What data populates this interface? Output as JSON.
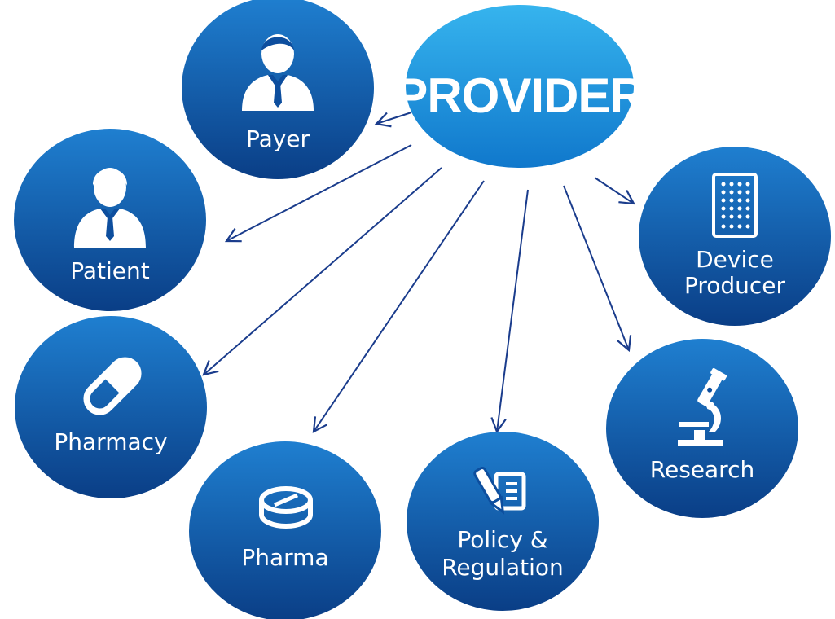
{
  "hub": {
    "label": "PROVIDER"
  },
  "nodes": [
    {
      "id": "payer",
      "label_lines": [
        "Payer"
      ],
      "icon": "person-icon"
    },
    {
      "id": "patient",
      "label_lines": [
        "Patient"
      ],
      "icon": "person-icon"
    },
    {
      "id": "pharmacy",
      "label_lines": [
        "Pharmacy"
      ],
      "icon": "capsule-icon"
    },
    {
      "id": "pharma",
      "label_lines": [
        "Pharma"
      ],
      "icon": "tablet-icon"
    },
    {
      "id": "policy",
      "label_lines": [
        "Policy &",
        "Regulation"
      ],
      "icon": "pen-document-icon"
    },
    {
      "id": "research",
      "label_lines": [
        "Research"
      ],
      "icon": "microscope-icon"
    },
    {
      "id": "device",
      "label_lines": [
        "Device",
        "Producer"
      ],
      "icon": "device-icon"
    }
  ],
  "colors": {
    "node_top": "#1f7fd0",
    "node_bottom": "#0a3e86",
    "hub_top": "#36b4ee",
    "hub_bottom": "#1078cc",
    "arrow": "#1a3c8c"
  }
}
